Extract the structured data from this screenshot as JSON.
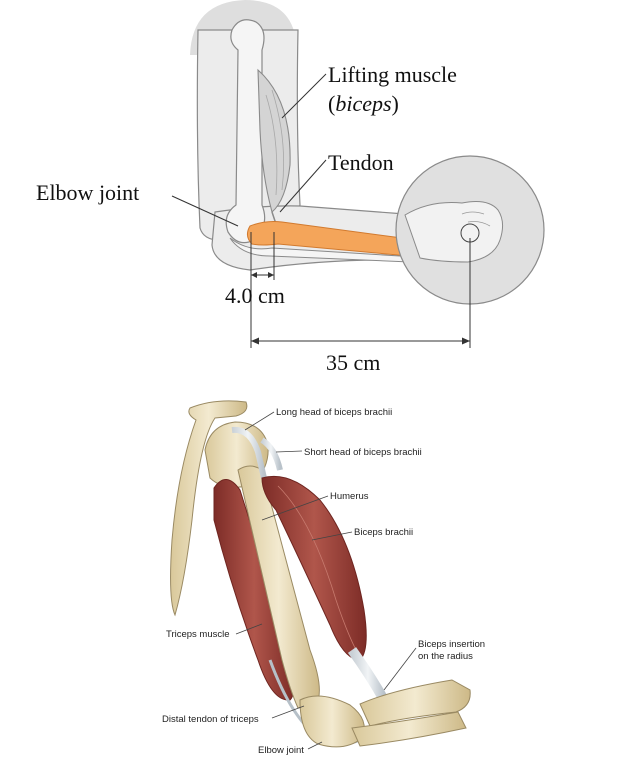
{
  "top_diagram": {
    "label_lifting_muscle": "Lifting muscle",
    "label_biceps_open": "(",
    "label_biceps": "biceps",
    "label_biceps_close": ")",
    "label_tendon": "Tendon",
    "label_elbow_joint": "Elbow joint",
    "dim_short": "4.0 cm",
    "dim_long": "35 cm"
  },
  "bottom_diagram": {
    "label_long_head": "Long head of biceps brachii",
    "label_short_head": "Short head of biceps brachii",
    "label_humerus": "Humerus",
    "label_biceps_brachii": "Biceps brachii",
    "label_triceps": "Triceps muscle",
    "label_insertion_1": "Biceps insertion",
    "label_insertion_2": "on the radius",
    "label_distal_tendon": "Distal tendon of triceps",
    "label_elbow_joint": "Elbow joint"
  },
  "colors": {
    "skin_outline": "#8a8a8a",
    "skin_fill": "#e6e6e6",
    "bone_highlight": "#f4a55a",
    "muscle": "#a8483f",
    "bone": "#e9dcb8"
  }
}
